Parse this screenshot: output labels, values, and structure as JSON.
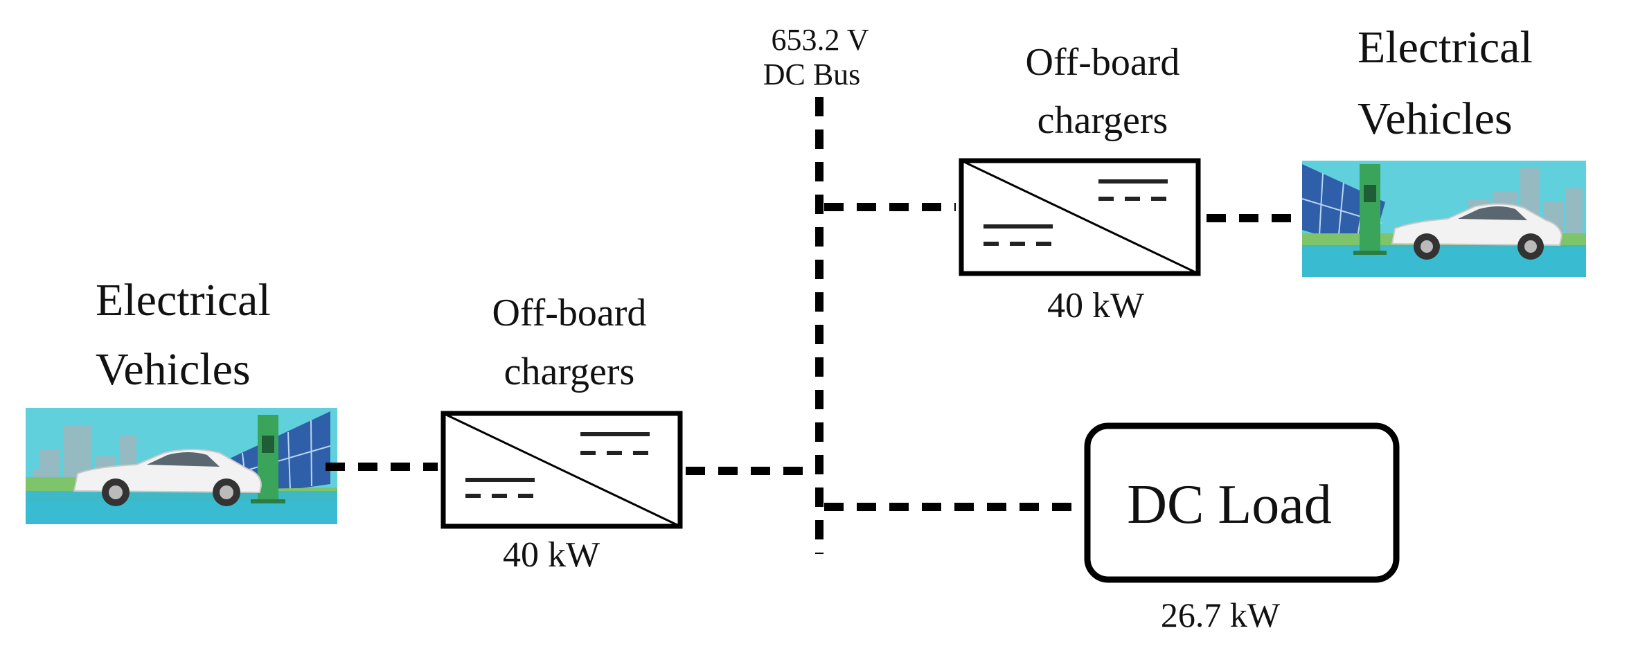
{
  "bus": {
    "voltage_label": "653.2 V",
    "name_label": "DC Bus"
  },
  "left_ev": {
    "label_line1": "Electrical",
    "label_line2": "Vehicles"
  },
  "left_charger": {
    "label_line1": "Off-board",
    "label_line2": "chargers",
    "rating": "40 kW"
  },
  "right_charger": {
    "label_line1": "Off-board",
    "label_line2": "chargers",
    "rating": "40 kW"
  },
  "right_ev": {
    "label_line1": "Electrical",
    "label_line2": "Vehicles"
  },
  "dc_load": {
    "label": "DC Load",
    "rating": "26.7 kW"
  },
  "colors": {
    "sky": "#5fd0dc",
    "water": "#35b8cf",
    "grass": "#7dc46a",
    "building": "#9fb7bd",
    "panel": "#2f5fa8",
    "charger_post": "#3aa55a",
    "car_body": "#f2f2f2",
    "line": "#000000"
  }
}
